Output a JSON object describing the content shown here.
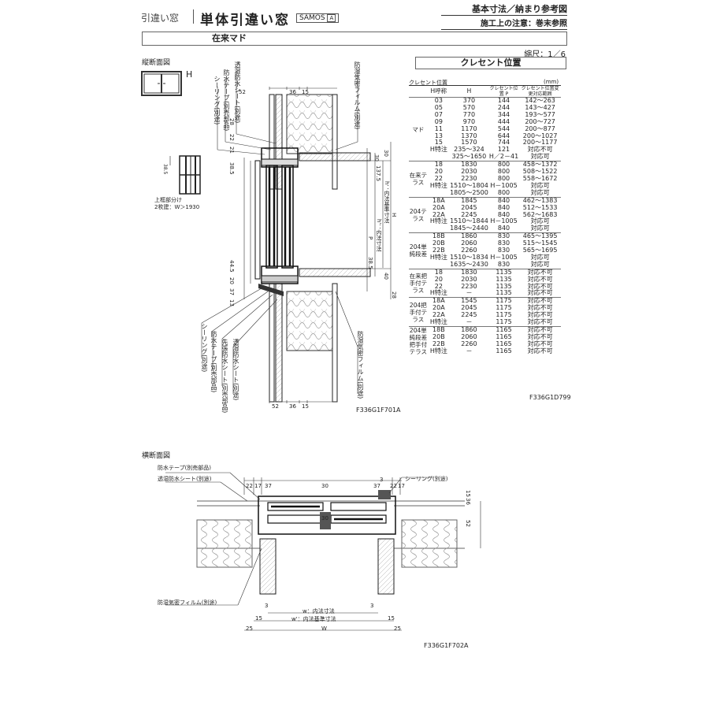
{
  "header": {
    "subtitle": "引違い窓",
    "title": "単体引違い窓",
    "brand": "SAMOS",
    "brand_mark": "A",
    "right_title": "基本寸法／納まり参考図",
    "right_note": "施工上の注意：巻末参照",
    "section_label": "在来マド",
    "scale": "縮尺：1／6"
  },
  "vertical_section": {
    "title": "縦断面図",
    "icon_label": "H",
    "code": "F336G1F701A",
    "note_line1": "上框部分け",
    "note_line2": "2枚建：W＞1930",
    "labels_top": [
      "シーリング(別途)",
      "防水テープ(別売部品)",
      "透湿防水シート(別途)",
      "防湿気密フィルム(別途)"
    ],
    "labels_bottom": [
      "シーリング(別途)",
      "防水テープ(別売部品)",
      "先張防水シート(別売部品)",
      "透湿防水シート(別途)",
      "防湿気密フィルム(別途)"
    ],
    "dims_top": [
      "52",
      "36",
      "15"
    ],
    "dims_bottom": [
      "52",
      "36",
      "15"
    ],
    "dims_left": [
      "38.5",
      "28",
      "22",
      "21",
      "38.5",
      "13",
      "37",
      "20",
      "44.5",
      "13"
    ],
    "dims_right": [
      "30",
      "30",
      "137.5",
      "28",
      "40",
      "38.5",
      "H",
      "h：内法基準寸法",
      "h'：内法寸法",
      "P"
    ]
  },
  "crescent": {
    "title": "クレセント位置",
    "caption": "クレセント位置",
    "unit": "(mm)",
    "code": "F336G1D799",
    "col_headers": [
      "H呼称",
      "H",
      "クレセント位置 P",
      "クレセント位置変更対応範囲"
    ],
    "groups": [
      {
        "category": "マド",
        "rows": [
          [
            "03",
            "370",
            "144",
            "142～263"
          ],
          [
            "05",
            "570",
            "244",
            "143～427"
          ],
          [
            "07",
            "770",
            "344",
            "193～577"
          ],
          [
            "09",
            "970",
            "444",
            "200～727"
          ],
          [
            "11",
            "1170",
            "544",
            "200～877"
          ],
          [
            "13",
            "1370",
            "644",
            "200～1027"
          ],
          [
            "15",
            "1570",
            "744",
            "200～1177"
          ],
          [
            "H特注",
            "235～324",
            "121",
            "対応不可"
          ],
          [
            "",
            "325～1650",
            "H／2－41",
            "対応可"
          ]
        ]
      },
      {
        "category": "在来テラス",
        "rows": [
          [
            "18",
            "1830",
            "800",
            "458～1372"
          ],
          [
            "20",
            "2030",
            "800",
            "508～1522"
          ],
          [
            "22",
            "2230",
            "800",
            "558～1672"
          ],
          [
            "H特注",
            "1510～1804",
            "H－1005",
            "対応可"
          ],
          [
            "",
            "1805～2500",
            "800",
            "対応可"
          ]
        ]
      },
      {
        "category": "204テラス",
        "rows": [
          [
            "18A",
            "1845",
            "840",
            "462～1383"
          ],
          [
            "20A",
            "2045",
            "840",
            "512～1533"
          ],
          [
            "22A",
            "2245",
            "840",
            "562～1683"
          ],
          [
            "H特注",
            "1510～1844",
            "H－1005",
            "対応可"
          ],
          [
            "",
            "1845～2440",
            "840",
            "対応可"
          ]
        ]
      },
      {
        "category": "204単純段差",
        "rows": [
          [
            "18B",
            "1860",
            "830",
            "465～1395"
          ],
          [
            "20B",
            "2060",
            "830",
            "515～1545"
          ],
          [
            "22B",
            "2260",
            "830",
            "565～1695"
          ],
          [
            "H特注",
            "1510～1834",
            "H－1005",
            "対応可"
          ],
          [
            "",
            "1635～2430",
            "830",
            "対応可"
          ]
        ]
      },
      {
        "category": "在来把手付テラス",
        "rows": [
          [
            "18",
            "1830",
            "1135",
            "対応不可"
          ],
          [
            "20",
            "2030",
            "1135",
            "対応不可"
          ],
          [
            "22",
            "2230",
            "1135",
            "対応不可"
          ],
          [
            "H特注",
            "－",
            "1135",
            "対応不可"
          ]
        ]
      },
      {
        "category": "204把手付テラス",
        "rows": [
          [
            "18A",
            "1545",
            "1175",
            "対応不可"
          ],
          [
            "20A",
            "2045",
            "1175",
            "対応不可"
          ],
          [
            "22A",
            "2245",
            "1175",
            "対応不可"
          ],
          [
            "H特注",
            "－",
            "1175",
            "対応不可"
          ]
        ]
      },
      {
        "category": "204単純段差把手付テラス",
        "rows": [
          [
            "18B",
            "1860",
            "1165",
            "対応不可"
          ],
          [
            "20B",
            "2060",
            "1165",
            "対応不可"
          ],
          [
            "22B",
            "2260",
            "1165",
            "対応不可"
          ],
          [
            "H特注",
            "－",
            "1165",
            "対応不可"
          ]
        ]
      }
    ]
  },
  "horizontal_section": {
    "title": "横断面図",
    "code": "F336G1F702A",
    "labels": [
      "防水テープ(別売部品)",
      "透湿防水シート(別途)",
      "シーリング(別途)",
      "防湿気密フィルム(別途)"
    ],
    "dims_top": [
      "22",
      "17",
      "37",
      "30",
      "3",
      "37",
      "22",
      "17"
    ],
    "dims_right": [
      "15",
      "36",
      "52"
    ],
    "dims_bottom": [
      "3",
      "3",
      "w：内法寸法",
      "w'：内法基準寸法",
      "15",
      "15",
      "W",
      "25",
      "25"
    ],
    "dim_mid": "30"
  }
}
